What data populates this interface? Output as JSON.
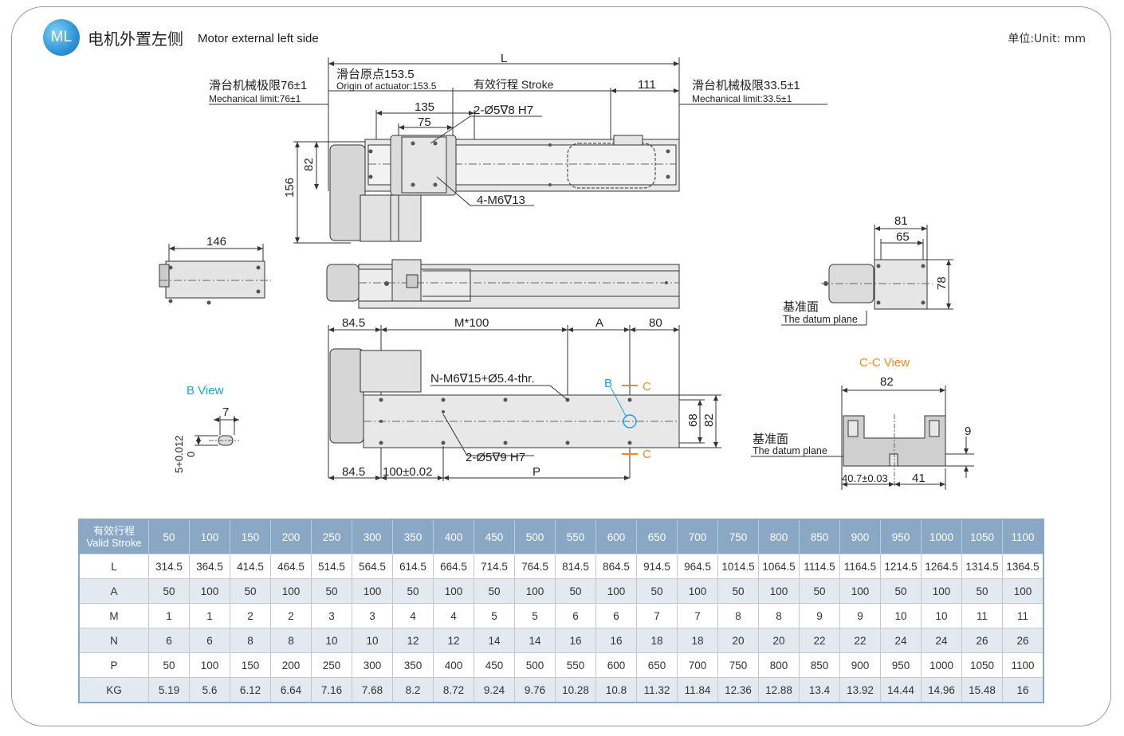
{
  "header": {
    "badge": "ML",
    "title_cn": "电机外置左侧",
    "title_en": "Motor external left side",
    "unit": "单位:Unit: mm"
  },
  "drawing": {
    "top_view": {
      "L": "L",
      "origin_cn": "滑台原点153.5",
      "origin_en": "Origin of actuator:153.5",
      "stroke": "有效行程 Stroke",
      "d111": "111",
      "left_limit_cn": "滑台机械极限76±1",
      "left_limit_en": "Mechanical limit:76±1",
      "right_limit_cn": "滑台机械极限33.5±1",
      "right_limit_en": "Mechanical limit:33.5±1",
      "d135": "135",
      "d75": "75",
      "pin_holes": "2-Ø5∇8 H7",
      "d82": "82",
      "d156": "156",
      "m6": "4-M6∇13"
    },
    "end_view_left": {
      "d146": "146"
    },
    "end_view_right": {
      "d81": "81",
      "d65": "65",
      "d78": "78",
      "datum_cn": "基准面",
      "datum_en": "The datum plane"
    },
    "bottom_view": {
      "d84_5_top": "84.5",
      "m100": "M*100",
      "a": "A",
      "d80": "80",
      "nm6": "N-M6∇15+Ø5.4-thr.",
      "b_marker": "B",
      "c_top": "C",
      "c_bottom": "C",
      "d68": "68",
      "d82": "82",
      "pin_holes": "2-Ø5∇9 H7",
      "d84_5_bottom": "84.5",
      "d100": "100±0.02",
      "p": "P"
    },
    "b_view": {
      "title": "B View",
      "d7": "7",
      "tol": "5+0.012",
      "zero": "0"
    },
    "cc_view": {
      "title": "C-C View",
      "d82": "82",
      "d9": "9",
      "datum_cn": "基准面",
      "datum_en": "The datum plane",
      "d40_7": "40.7±0.03",
      "d41": "41"
    },
    "colors": {
      "accent_blue": "#1aa3dc",
      "accent_orange": "#f08a1c",
      "line": "#333333",
      "body": "#e6e6e6"
    }
  },
  "table": {
    "header_cn": "有效行程",
    "header_en": "Valid Stroke",
    "strokes": [
      "50",
      "100",
      "150",
      "200",
      "250",
      "300",
      "350",
      "400",
      "450",
      "500",
      "550",
      "600",
      "650",
      "700",
      "750",
      "800",
      "850",
      "900",
      "950",
      "1000",
      "1050",
      "1100"
    ],
    "rows": [
      {
        "label": "L",
        "values": [
          "314.5",
          "364.5",
          "414.5",
          "464.5",
          "514.5",
          "564.5",
          "614.5",
          "664.5",
          "714.5",
          "764.5",
          "814.5",
          "864.5",
          "914.5",
          "964.5",
          "1014.5",
          "1064.5",
          "1114.5",
          "1164.5",
          "1214.5",
          "1264.5",
          "1314.5",
          "1364.5"
        ]
      },
      {
        "label": "A",
        "values": [
          "50",
          "100",
          "50",
          "100",
          "50",
          "100",
          "50",
          "100",
          "50",
          "100",
          "50",
          "100",
          "50",
          "100",
          "50",
          "100",
          "50",
          "100",
          "50",
          "100",
          "50",
          "100"
        ]
      },
      {
        "label": "M",
        "values": [
          "1",
          "1",
          "2",
          "2",
          "3",
          "3",
          "4",
          "4",
          "5",
          "5",
          "6",
          "6",
          "7",
          "7",
          "8",
          "8",
          "9",
          "9",
          "10",
          "10",
          "11",
          "11"
        ]
      },
      {
        "label": "N",
        "values": [
          "6",
          "6",
          "8",
          "8",
          "10",
          "10",
          "12",
          "12",
          "14",
          "14",
          "16",
          "16",
          "18",
          "18",
          "20",
          "20",
          "22",
          "22",
          "24",
          "24",
          "26",
          "26"
        ]
      },
      {
        "label": "P",
        "values": [
          "50",
          "100",
          "150",
          "200",
          "250",
          "300",
          "350",
          "400",
          "450",
          "500",
          "550",
          "600",
          "650",
          "700",
          "750",
          "800",
          "850",
          "900",
          "950",
          "1000",
          "1050",
          "1100"
        ]
      },
      {
        "label": "KG",
        "values": [
          "5.19",
          "5.6",
          "6.12",
          "6.64",
          "7.16",
          "7.68",
          "8.2",
          "8.72",
          "9.24",
          "9.76",
          "10.28",
          "10.8",
          "11.32",
          "11.84",
          "12.36",
          "12.88",
          "13.4",
          "13.92",
          "14.44",
          "14.96",
          "15.48",
          "16"
        ]
      }
    ]
  }
}
